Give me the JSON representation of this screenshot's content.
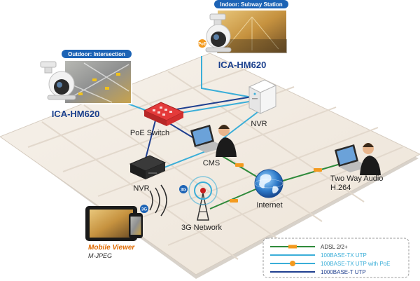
{
  "locations": {
    "indoor": "Indoor: Subway Station",
    "outdoor": "Outdoor: Intersection"
  },
  "cameras": {
    "indoor_model": "ICA-HM620",
    "outdoor_model": "ICA-HM620",
    "poe_badge": "PoE"
  },
  "devices": {
    "poe_switch": "PoE Switch",
    "nvr_top": "NVR",
    "nvr_left": "NVR",
    "cms": "CMS",
    "internet": "Internet",
    "network_3g": "3G Network",
    "g3_badge_a": "3G",
    "g3_badge_b": "3G",
    "two_way_audio": "Two Way Audio",
    "codec": "H.264"
  },
  "mobile": {
    "title": "Mobile Viewer",
    "subtitle": "M-JPEG"
  },
  "legend": {
    "items": [
      {
        "label": "ADSL 2/2+",
        "color": "#2e8a3a"
      },
      {
        "label": "100BASE-TX UTP",
        "color": "#3aaed8"
      },
      {
        "label": "100BASE-TX UTP with PoE",
        "color": "#3aaed8"
      },
      {
        "label": "1000BASE-T UTP",
        "color": "#1f3f8f"
      }
    ]
  },
  "colors": {
    "adsl": "#2e8a3a",
    "utp100": "#3aaed8",
    "utp1000": "#1f3f8f",
    "tag_orange": "#f39a1e",
    "location_badge": "#1c63b5"
  }
}
